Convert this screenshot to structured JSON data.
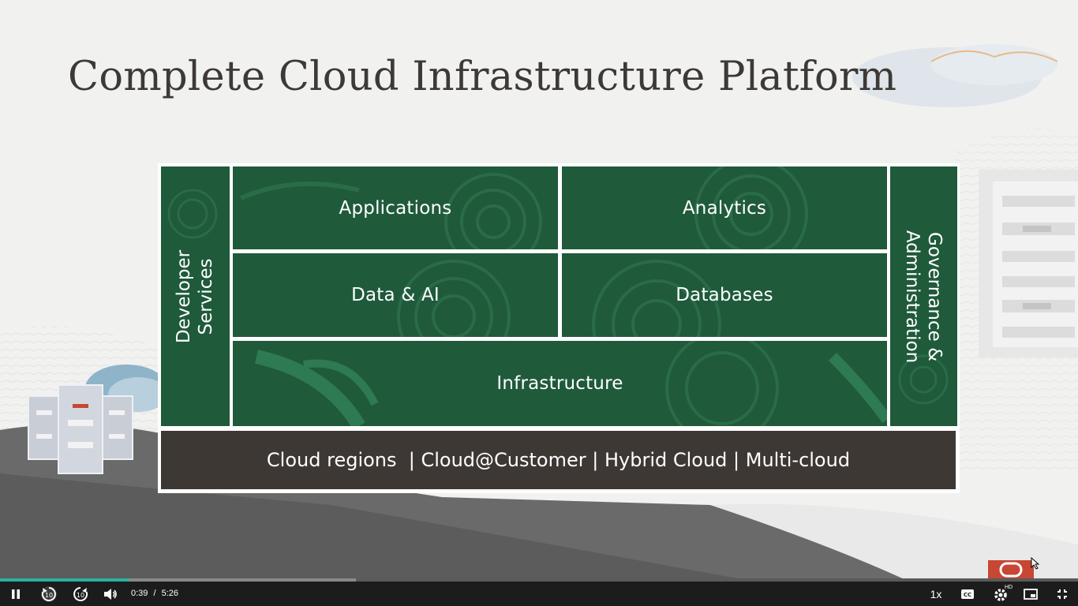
{
  "slide": {
    "title": "Complete Cloud Infrastructure Platform",
    "tiles": {
      "developer_services": [
        "Developer",
        "Services"
      ],
      "applications": "Applications",
      "analytics": "Analytics",
      "data_ai": "Data & AI",
      "databases": "Databases",
      "infrastructure": "Infrastructure",
      "governance": [
        "Governance &",
        "Administration"
      ],
      "deployment": "Cloud regions  | Cloud@Customer | Hybrid Cloud | Multi-cloud"
    }
  },
  "player": {
    "current_time": "0:39",
    "separator": "/",
    "duration": "5:26",
    "playback_rate": "1x",
    "rewind_seconds": "10",
    "forward_seconds": "10",
    "quality_badge": "HD",
    "progress": {
      "played_fraction": 0.12,
      "buffered_fraction": 0.33
    },
    "icons": [
      "pause-icon",
      "rewind-10-icon",
      "forward-10-icon",
      "volume-icon",
      "captions-icon",
      "settings-icon",
      "picture-in-picture-icon",
      "exit-fullscreen-icon",
      "chat-icon"
    ]
  },
  "colors": {
    "tile_green": "#1f5a3b",
    "bottom_brown": "#3e3835",
    "progress_accent": "#2bb1a1",
    "brand_red": "#c74634"
  }
}
